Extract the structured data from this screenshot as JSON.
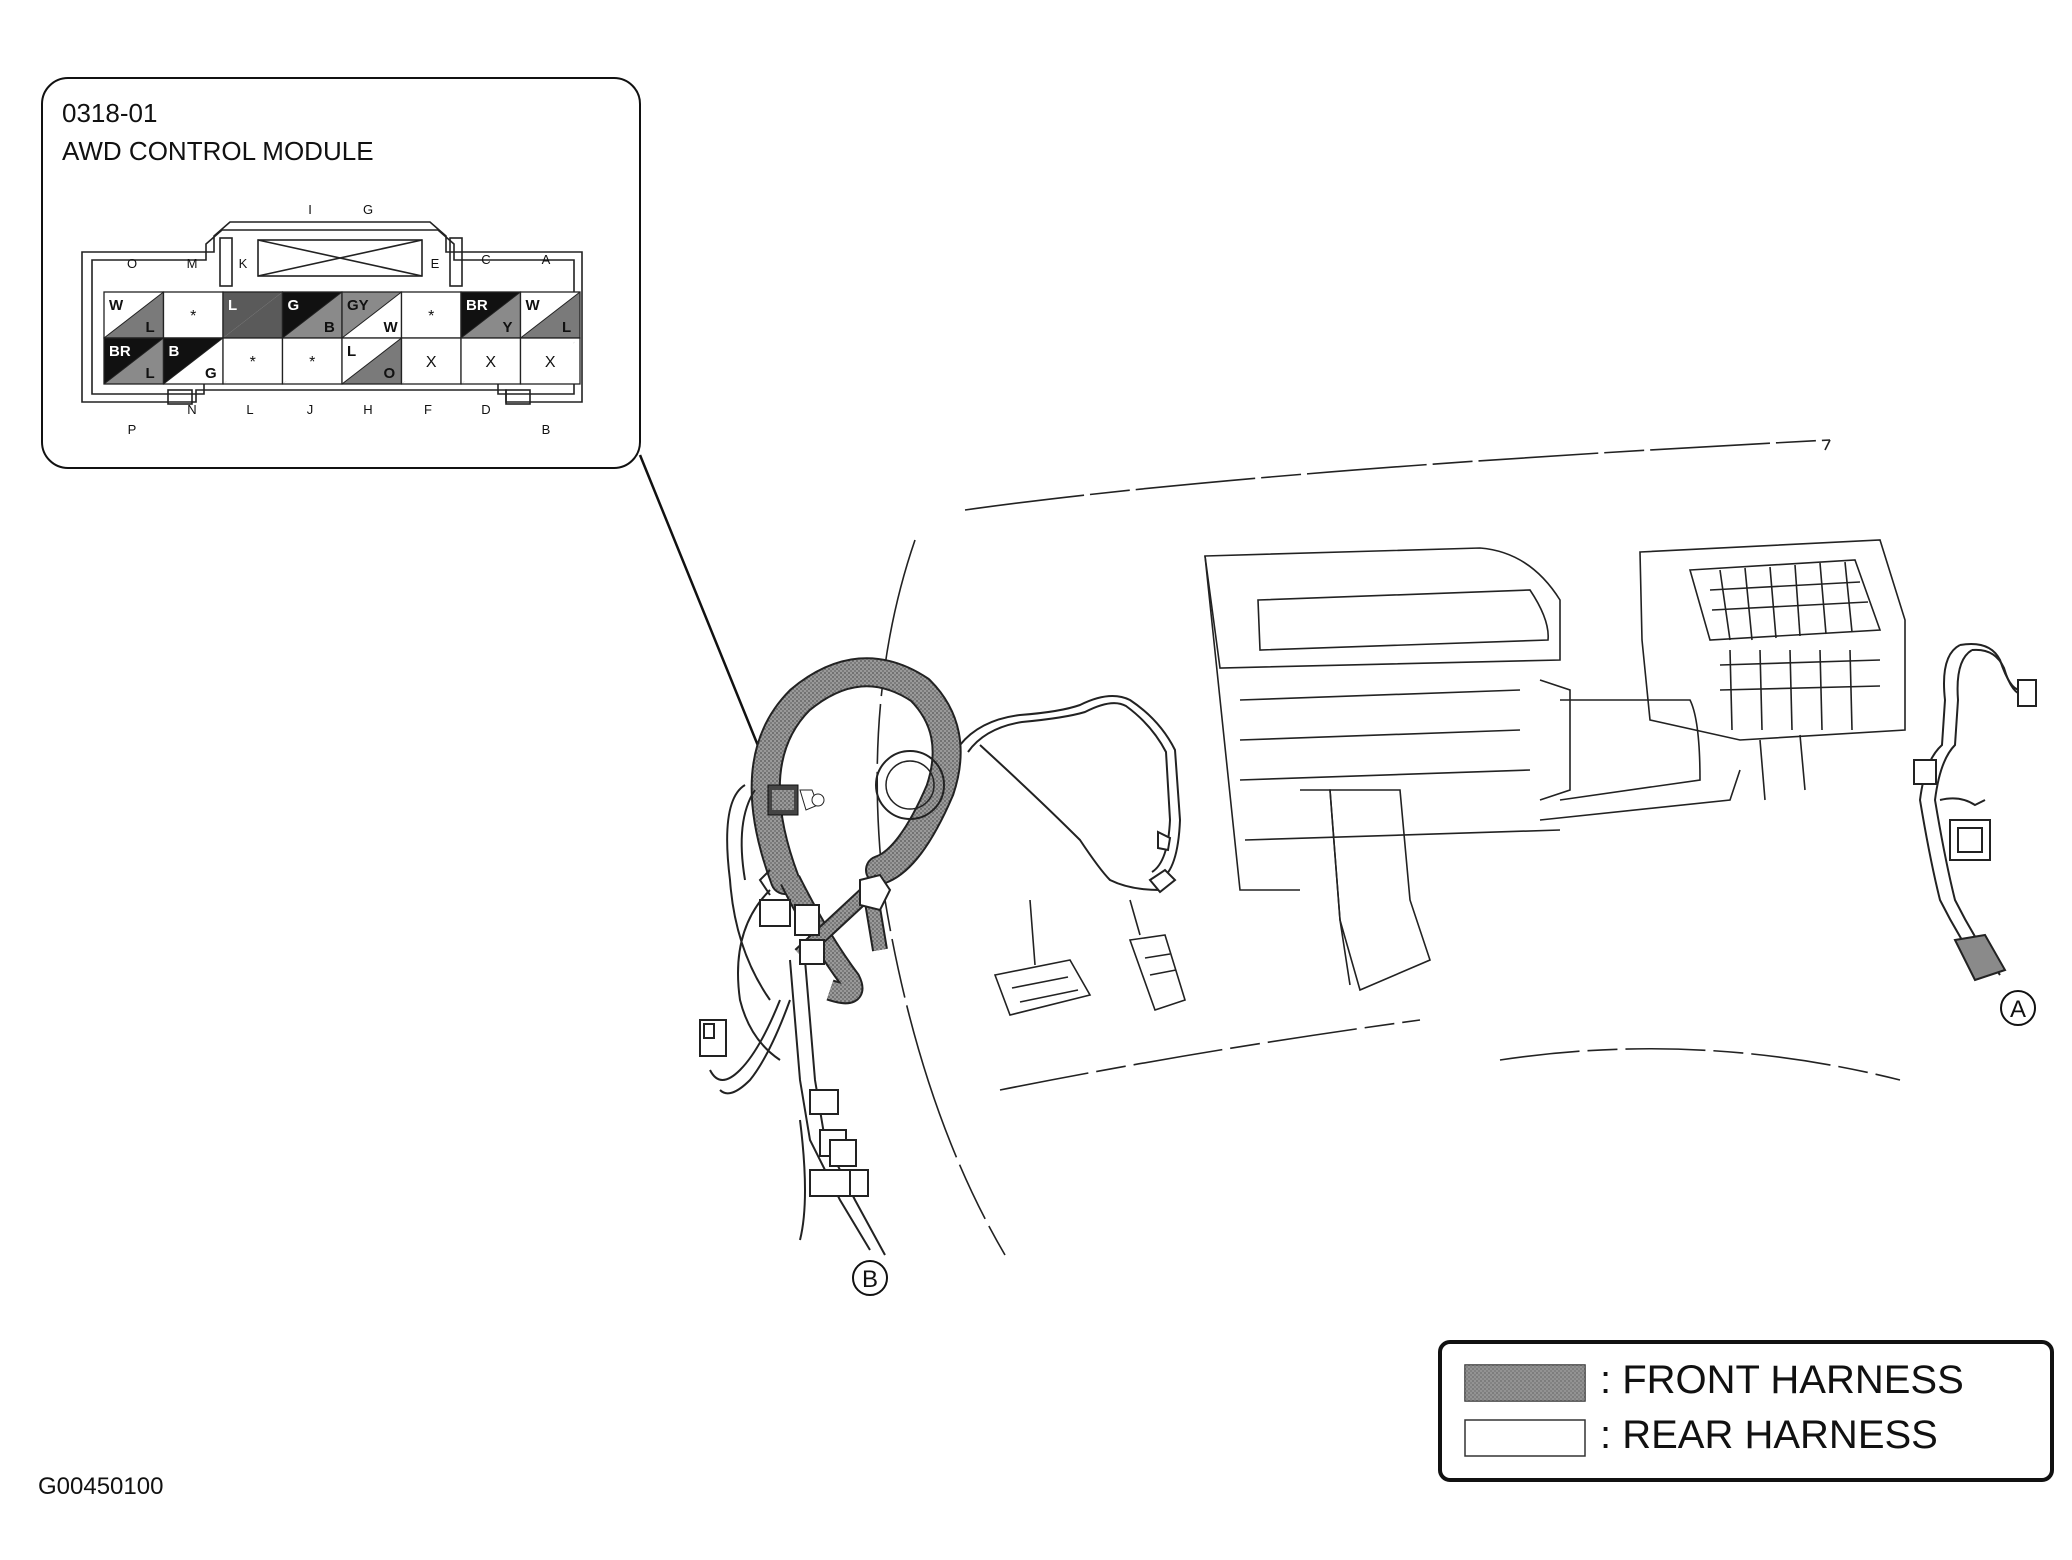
{
  "inset": {
    "code": "0318-01",
    "title": "AWD CONTROL MODULE"
  },
  "connector": {
    "top_pins": [
      "O",
      "M",
      "K",
      "I",
      "G",
      "E",
      "C",
      "A"
    ],
    "bottom_pins": [
      "P",
      "N",
      "L",
      "J",
      "H",
      "F",
      "D",
      "B"
    ],
    "row1": [
      {
        "tl": "W",
        "br": "L",
        "fill": "split-dark"
      },
      {
        "tl": "",
        "br": "",
        "mark": "*",
        "fill": "none"
      },
      {
        "tl": "L",
        "br": "",
        "fill": "dark"
      },
      {
        "tl": "G",
        "br": "B",
        "fill": "split-black"
      },
      {
        "tl": "GY",
        "br": "W",
        "fill": "split-light"
      },
      {
        "tl": "",
        "br": "",
        "mark": "*",
        "fill": "none"
      },
      {
        "tl": "BR",
        "br": "Y",
        "fill": "split-black"
      },
      {
        "tl": "W",
        "br": "L",
        "fill": "split-dark"
      }
    ],
    "row2": [
      {
        "tl": "BR",
        "br": "L",
        "fill": "split-black"
      },
      {
        "tl": "B",
        "br": "G",
        "fill": "split-black-light"
      },
      {
        "tl": "",
        "br": "",
        "mark": "*",
        "fill": "none"
      },
      {
        "tl": "",
        "br": "",
        "mark": "*",
        "fill": "none"
      },
      {
        "tl": "L",
        "br": "O",
        "fill": "split-dark"
      },
      {
        "tl": "",
        "br": "",
        "mark": "X",
        "fill": "none"
      },
      {
        "tl": "",
        "br": "",
        "mark": "X",
        "fill": "none"
      },
      {
        "tl": "",
        "br": "",
        "mark": "X",
        "fill": "none"
      }
    ]
  },
  "callouts": {
    "a": "A",
    "b": "B"
  },
  "legend": {
    "front": ": FRONT HARNESS",
    "rear": ": REAR HARNESS",
    "front_color": "#8a8a8a",
    "rear_color": "#ffffff"
  },
  "figure_id": "G00450100"
}
